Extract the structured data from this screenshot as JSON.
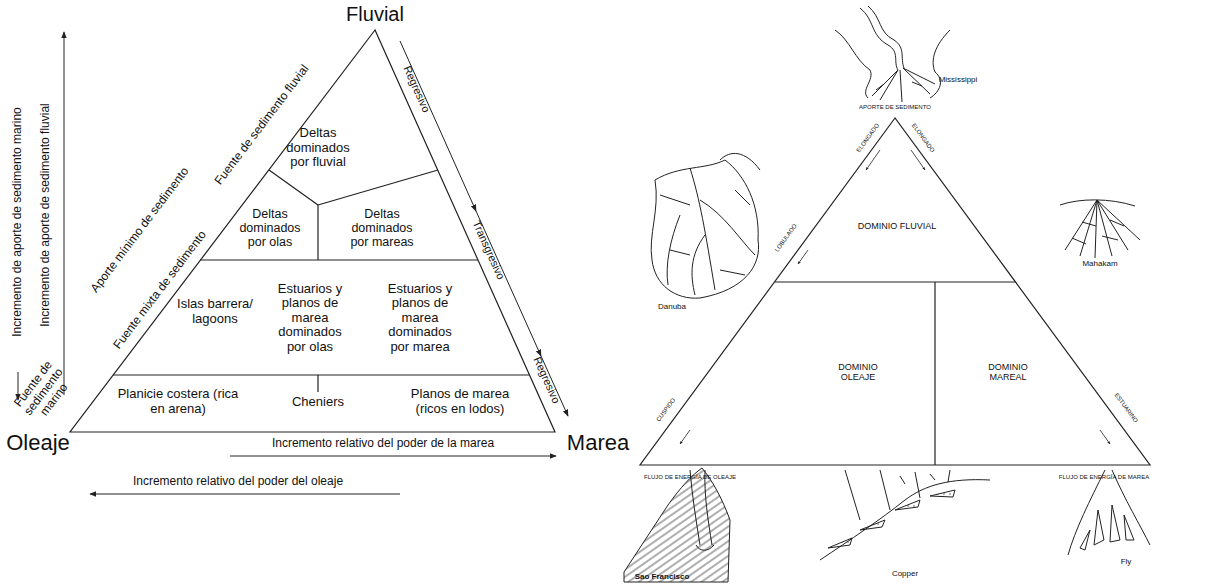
{
  "diagram": {
    "nodes": [
      {
        "text": [
          "Deltas dominados por fluvial"
        ]
      },
      {
        "text": [
          "Deltas dominados por olas"
        ]
      },
      {
        "text": [
          "Deltas dominados por mareas"
        ]
      },
      {
        "text": [
          "Islas barrera/ lagoons"
        ]
      },
      {
        "text": [
          "Estuarios y planos de marea dominados por olas"
        ]
      },
      {
        "text": [
          "Estuarios y planos de marea dominados por marea"
        ]
      },
      {
        "text": [
          "Planicie costera (rica en arena)"
        ]
      },
      {
        "text": [
          "Cheniers"
        ]
      },
      {
        "text": [
          "Planos de marea (ricos en lodos)"
        ]
      },
      {
        "text": [
          "DOMINIO FLUVIAL"
        ]
      },
      {
        "text": [
          "DOMINIO OLEAJE"
        ]
      },
      {
        "text": [
          "DOMINIO MAREAL"
        ]
      }
    ],
    "labels": [
      "Fluvial",
      "Oleaje",
      "Marea",
      "Incremento de aporte de sedimento marino",
      "Incremento de aporte de sedimento fluvial",
      "Aporte mínimo de sedimento",
      "Fuente de sedimento fluvial",
      "Fuente mixta de sedimento",
      "Fuente de sedimento marino",
      "Regresivo",
      "Transgresivo",
      "Regresivo",
      "Incremento relativo del poder de la marea",
      "Incremento relativo del poder del oleaje",
      "Mississippi",
      "APORTE DE SEDIMENTO",
      "ELONGADO",
      "ELONGADO",
      "LOBULADO",
      "CUSPIDO",
      "ESTUARINO",
      "FLUJO DE ENERGÍA DE OLEAJE",
      "FLUJO DE ENERGÍA DE MAREA",
      "Danuba",
      "Mahakam",
      "Sao Francisco",
      "Copper",
      "Fly"
    ]
  }
}
